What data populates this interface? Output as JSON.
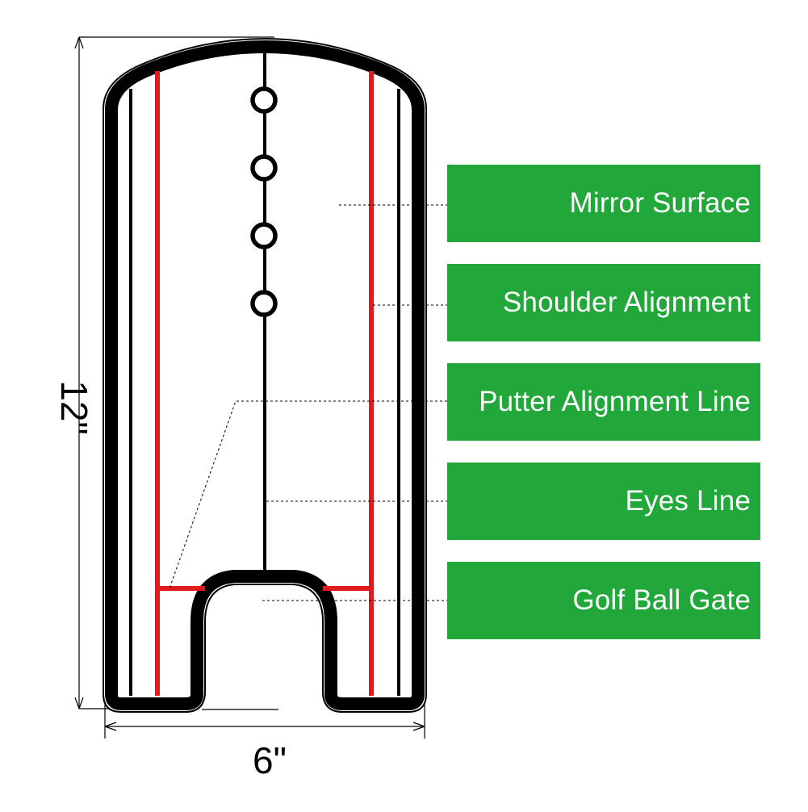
{
  "colors": {
    "label_bg": "#22a83a",
    "label_text": "#ffffff",
    "outline": "#000000",
    "alignment_line": "#e01b1b"
  },
  "dimensions": {
    "height": "12\"",
    "width": "6\""
  },
  "labels": [
    {
      "text": "Mirror Surface"
    },
    {
      "text": "Shoulder Alignment"
    },
    {
      "text": "Putter Alignment Line"
    },
    {
      "text": "Eyes Line"
    },
    {
      "text": "Golf Ball Gate"
    }
  ],
  "icons": [
    "mirror-outline",
    "alignment-dot",
    "ball-gate"
  ]
}
